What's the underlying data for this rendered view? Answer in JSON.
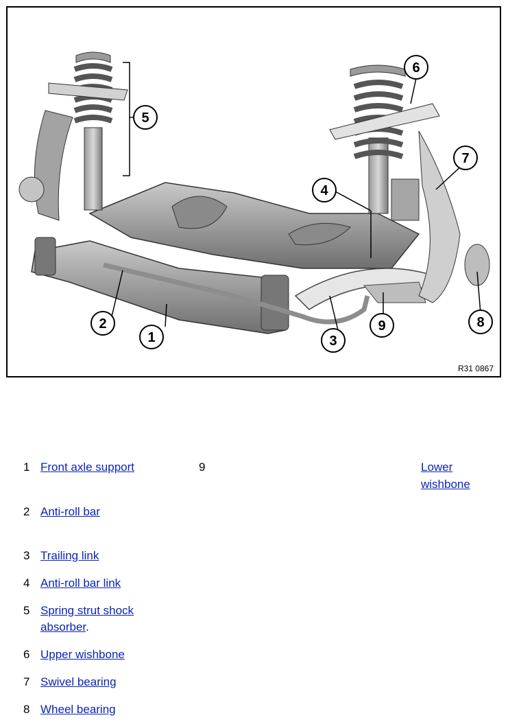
{
  "figure": {
    "reference": "R31 0867",
    "callouts": [
      "1",
      "2",
      "3",
      "4",
      "5",
      "6",
      "7",
      "8",
      "9"
    ]
  },
  "legend": [
    {
      "num": "1",
      "label": "Front axle support",
      "suffix": ""
    },
    {
      "num": "2",
      "label": "Anti-roll bar",
      "suffix": ""
    },
    {
      "num": "3",
      "label": "Trailing link",
      "suffix": ""
    },
    {
      "num": "4",
      "label": "Anti-roll bar link",
      "suffix": ""
    },
    {
      "num": "5",
      "label": "Spring strut shock",
      "label2": "absorber",
      "suffix": "."
    },
    {
      "num": "6",
      "label": "Upper wishbone",
      "suffix": ""
    },
    {
      "num": "7",
      "label": "Swivel bearing",
      "suffix": ""
    },
    {
      "num": "8",
      "label": "Wheel bearing",
      "suffix": ""
    },
    {
      "num": "9",
      "label": "Lower",
      "label2": "wishbone",
      "suffix": ""
    }
  ]
}
